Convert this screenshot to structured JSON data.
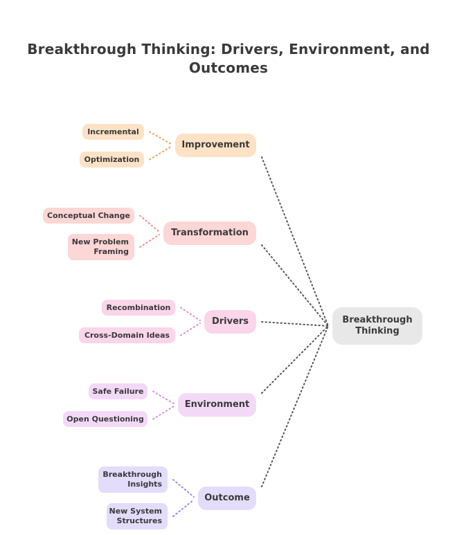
{
  "title_line1": "Breakthrough Thinking: Drivers, Environment, and",
  "title_line2": "Outcomes",
  "root": {
    "label_line1": "Breakthrough",
    "label_line2": "Thinking",
    "color": "#e8e8e8"
  },
  "branches": [
    {
      "label": "Improvement",
      "color": "#fde2c6",
      "link_color": "#f0a15a",
      "leaves": [
        {
          "line1": "Incremental",
          "line2": ""
        },
        {
          "line1": "Optimization",
          "line2": ""
        }
      ]
    },
    {
      "label": "Transformation",
      "color": "#fdd6d6",
      "link_color": "#ee8c8c",
      "leaves": [
        {
          "line1": "Conceptual Change",
          "line2": ""
        },
        {
          "line1": "New Problem",
          "line2": "Framing"
        }
      ]
    },
    {
      "label": "Drivers",
      "color": "#fbd5ea",
      "link_color": "#ea8cc0",
      "leaves": [
        {
          "line1": "Recombination",
          "line2": ""
        },
        {
          "line1": "Cross-Domain Ideas",
          "line2": ""
        }
      ]
    },
    {
      "label": "Environment",
      "color": "#f3d9f7",
      "link_color": "#cf8fdf",
      "leaves": [
        {
          "line1": "Safe Failure",
          "line2": ""
        },
        {
          "line1": "Open Questioning",
          "line2": ""
        }
      ]
    },
    {
      "label": "Outcome",
      "color": "#e3dcfb",
      "link_color": "#9a86e8",
      "leaves": [
        {
          "line1": "Breakthrough",
          "line2": "Insights"
        },
        {
          "line1": "New System",
          "line2": "Structures"
        }
      ]
    }
  ],
  "trunk_color": "#555555"
}
